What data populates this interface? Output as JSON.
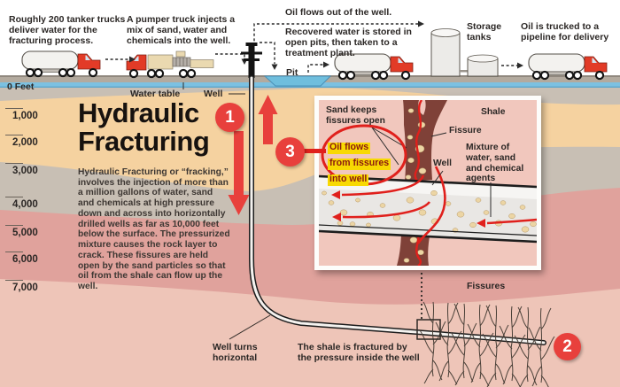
{
  "colors": {
    "accent_red": "#e8403c",
    "connector_red": "#e0201c",
    "highlight_yellow": "#f8d902",
    "water_blue": "#7cc1e1",
    "truck_red": "#e23b27",
    "layer_peach": "#f5d2a0",
    "layer_gray": "#c8bfb4",
    "layer_rose": "#e0a29c",
    "layer_light_pink": "#eec5b8",
    "inset_background": "#f1c7bd",
    "fissure_maroon": "#7f4138",
    "sand_tan": "#ecd5a4",
    "text_dark": "#2b2725"
  },
  "process_notes": {
    "tanker_delivery": "Roughly 200 tanker trucks deliver water for the fracturing process.",
    "pumper_injection": "A pumper truck injects a mix of sand, water and chemicals into the well.",
    "oil_out": "Oil flows out of the well.",
    "recovered_water": "Recovered water is stored in open pits, then taken to a treatment plant.",
    "storage_tanks": "Storage tanks",
    "oil_trucked": "Oil is trucked to a pipeline for delivery",
    "pit": "Pit"
  },
  "depth_scale": {
    "surface_label": "0 Feet",
    "ticks": [
      "1,000",
      "2,000",
      "3,000",
      "4,000",
      "5,000",
      "6,000",
      "7,000"
    ]
  },
  "main": {
    "title": "Hydraulic Fracturing",
    "description": "Hydraulic Fracturing or “fracking,” involves the injection of more than a million gallons of water, sand and chemicals at high pressure down and across into horizontally drilled wells as far as 10,000 feet below the surface. The pressurized mixture causes the rock layer to crack. These fissures are held open by the sand particles so that oil from the shale can flow up the well."
  },
  "surface_labels": {
    "water_table": "Water table",
    "well": "Well"
  },
  "steps": {
    "step1": "1",
    "step2": "2",
    "step3": "3"
  },
  "inset": {
    "sand_keeps": "Sand keeps fissures open",
    "shale": "Shale",
    "fissure": "Fissure",
    "oil_flow_lines": [
      "Oil flows",
      "from fissures",
      "into well"
    ],
    "well": "Well",
    "mixture": "Mixture of water, sand and chemical agents"
  },
  "deep_labels": {
    "well_turns": "Well turns horizontal",
    "shale_fractured": "The shale is fractured by the pressure inside the well",
    "fissures": "Fissures"
  }
}
